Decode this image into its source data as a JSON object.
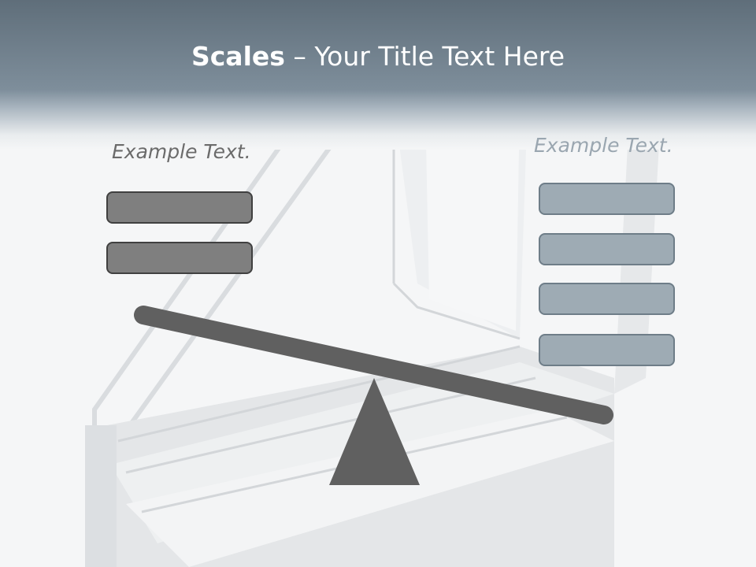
{
  "title": {
    "bold": "Scales",
    "rest": " – Your Title Text Here"
  },
  "left": {
    "label": "Example Text.",
    "boxes": [
      "",
      ""
    ]
  },
  "right": {
    "label": "Example Text.",
    "boxes": [
      "",
      "",
      "",
      ""
    ]
  },
  "colors": {
    "header": "#7e8e9b",
    "beam": "#606060",
    "left_box": "#7f7f7f",
    "right_box": "#9eabb4"
  },
  "balance": {
    "heavier_side": "right"
  }
}
